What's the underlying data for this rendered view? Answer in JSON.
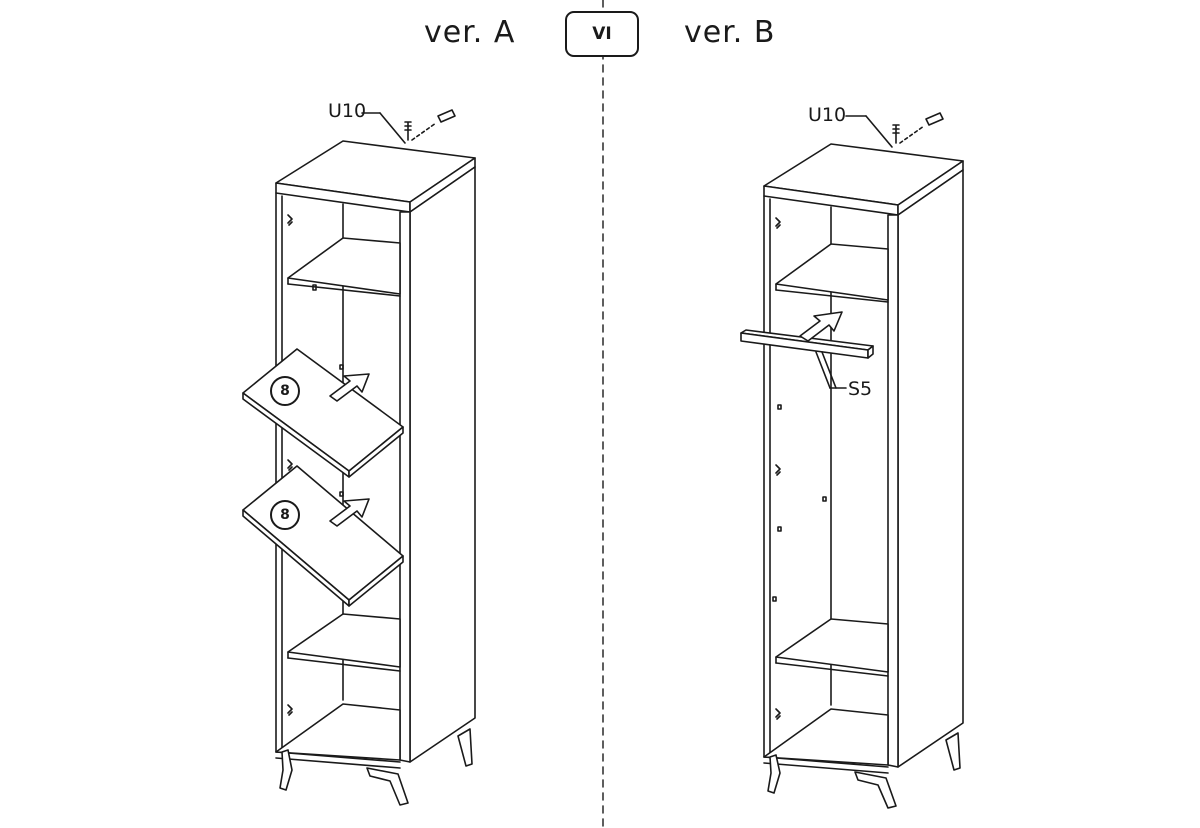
{
  "header": {
    "version_a": "ver. A",
    "step": "VI",
    "version_b": "ver. B"
  },
  "version_a": {
    "screw_part": "U10",
    "shelf_parts": [
      "8",
      "8"
    ]
  },
  "version_b": {
    "screw_part": "U10",
    "rail_part": "S5"
  }
}
